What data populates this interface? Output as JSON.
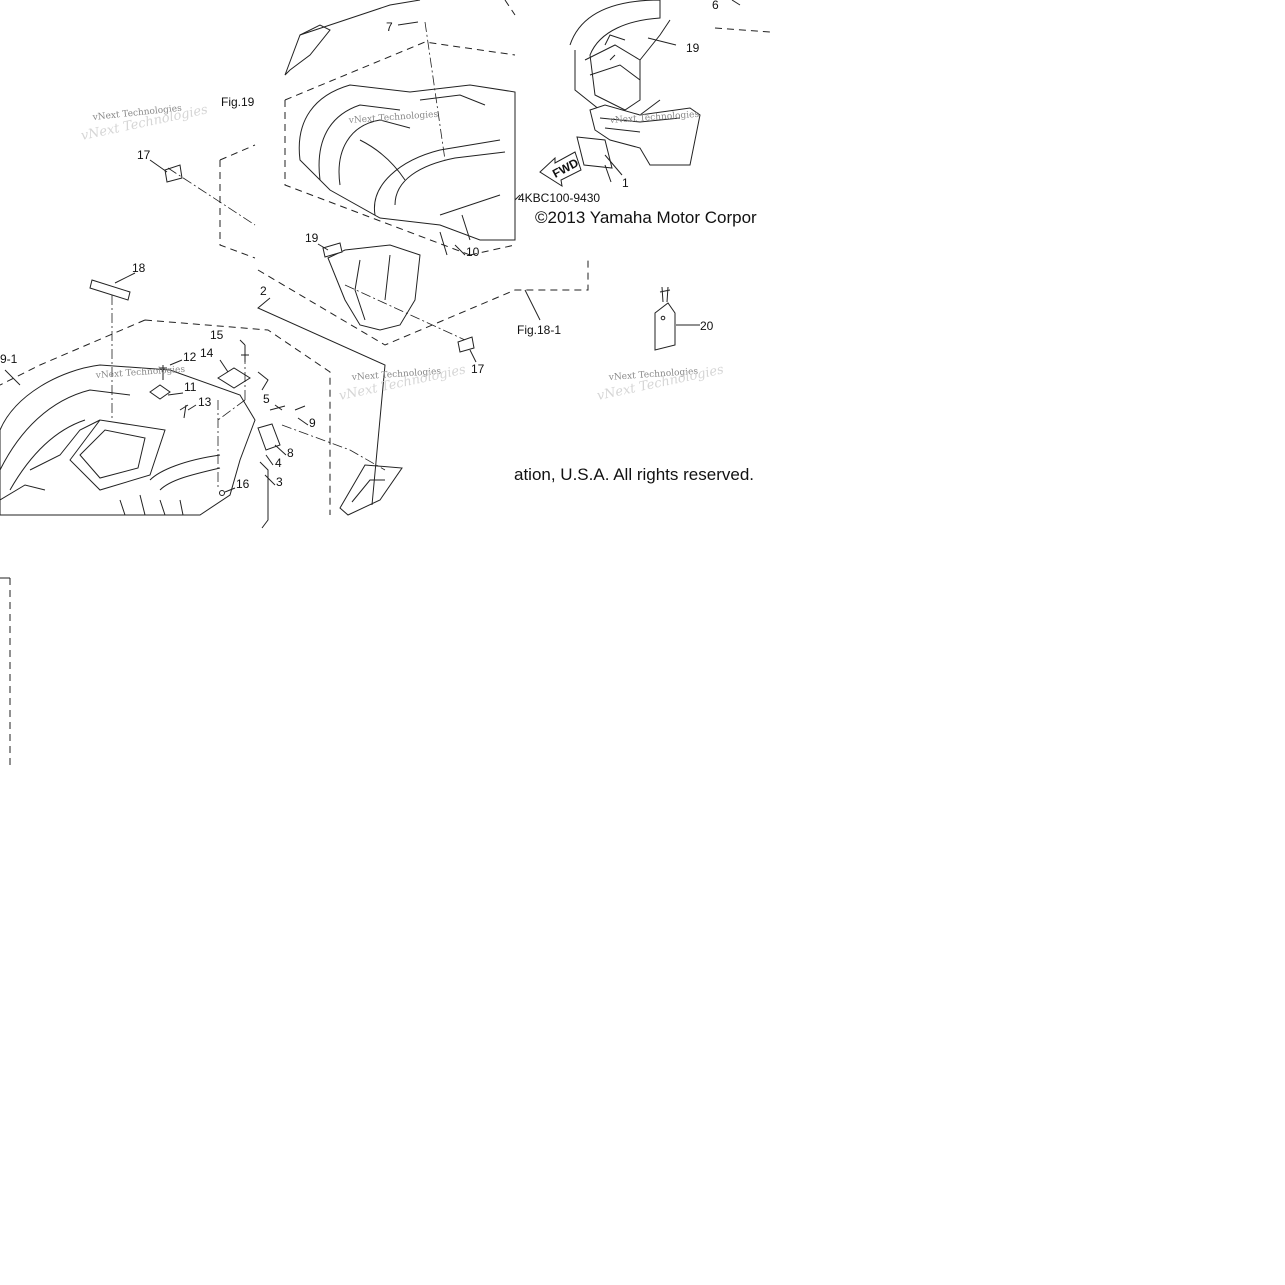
{
  "callouts": [
    "1",
    "2",
    "3",
    "4",
    "5",
    "6",
    "7",
    "8",
    "9",
    "10",
    "11",
    "12",
    "13",
    "14",
    "15",
    "16",
    "17",
    "18",
    "19",
    "20"
  ],
  "figure_refs": {
    "fig19": "Fig.19",
    "fig18_1": "Fig.18-1",
    "fig9_1": "9-1"
  },
  "part_code": "4KBC100-9430",
  "copyright_top": "©2013 Yamaha Motor Corpor",
  "copyright_bottom": "ation, U.S.A. All rights reserved.",
  "fwd_arrow": "FWD",
  "watermark": "vNext Technologies",
  "colors": {
    "ink": "#222222",
    "watermark": "#888888",
    "background": "#ffffff"
  }
}
